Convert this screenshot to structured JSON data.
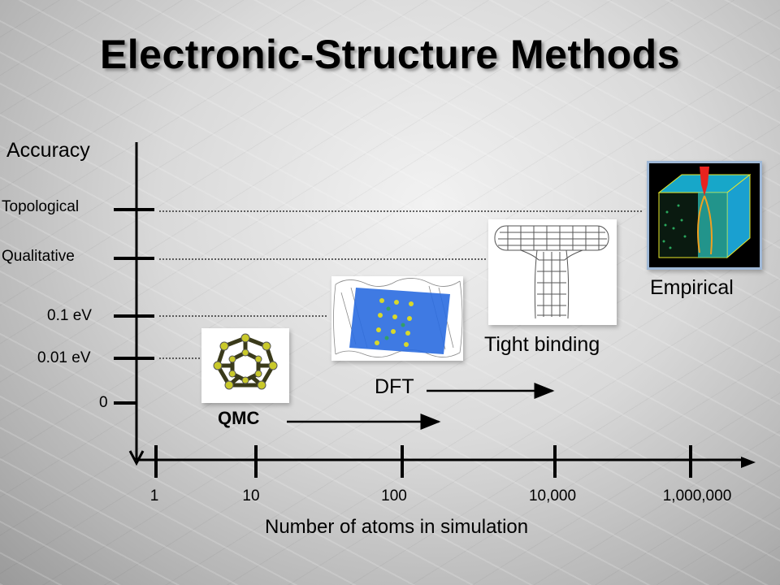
{
  "title": "Electronic-Structure Methods",
  "y_axis": {
    "label": "Accuracy",
    "levels": [
      "Topological",
      "Qualitative",
      "0.1 eV",
      "0.01 eV",
      "0"
    ]
  },
  "x_axis": {
    "label": "Number of atoms in simulation",
    "ticks": [
      "1",
      "10",
      "100",
      "10,000",
      "1,000,000"
    ]
  },
  "methods": {
    "qmc": "QMC",
    "dft": "DFT",
    "tight_binding": "Tight binding",
    "empirical": "Empirical"
  },
  "colors": {
    "axis": "#000000",
    "guides": "#333333",
    "empirical_box_edge": "#9fb8d6",
    "dft_sheet": "#2a6be0",
    "qmc_atoms": "#c9c92a"
  }
}
